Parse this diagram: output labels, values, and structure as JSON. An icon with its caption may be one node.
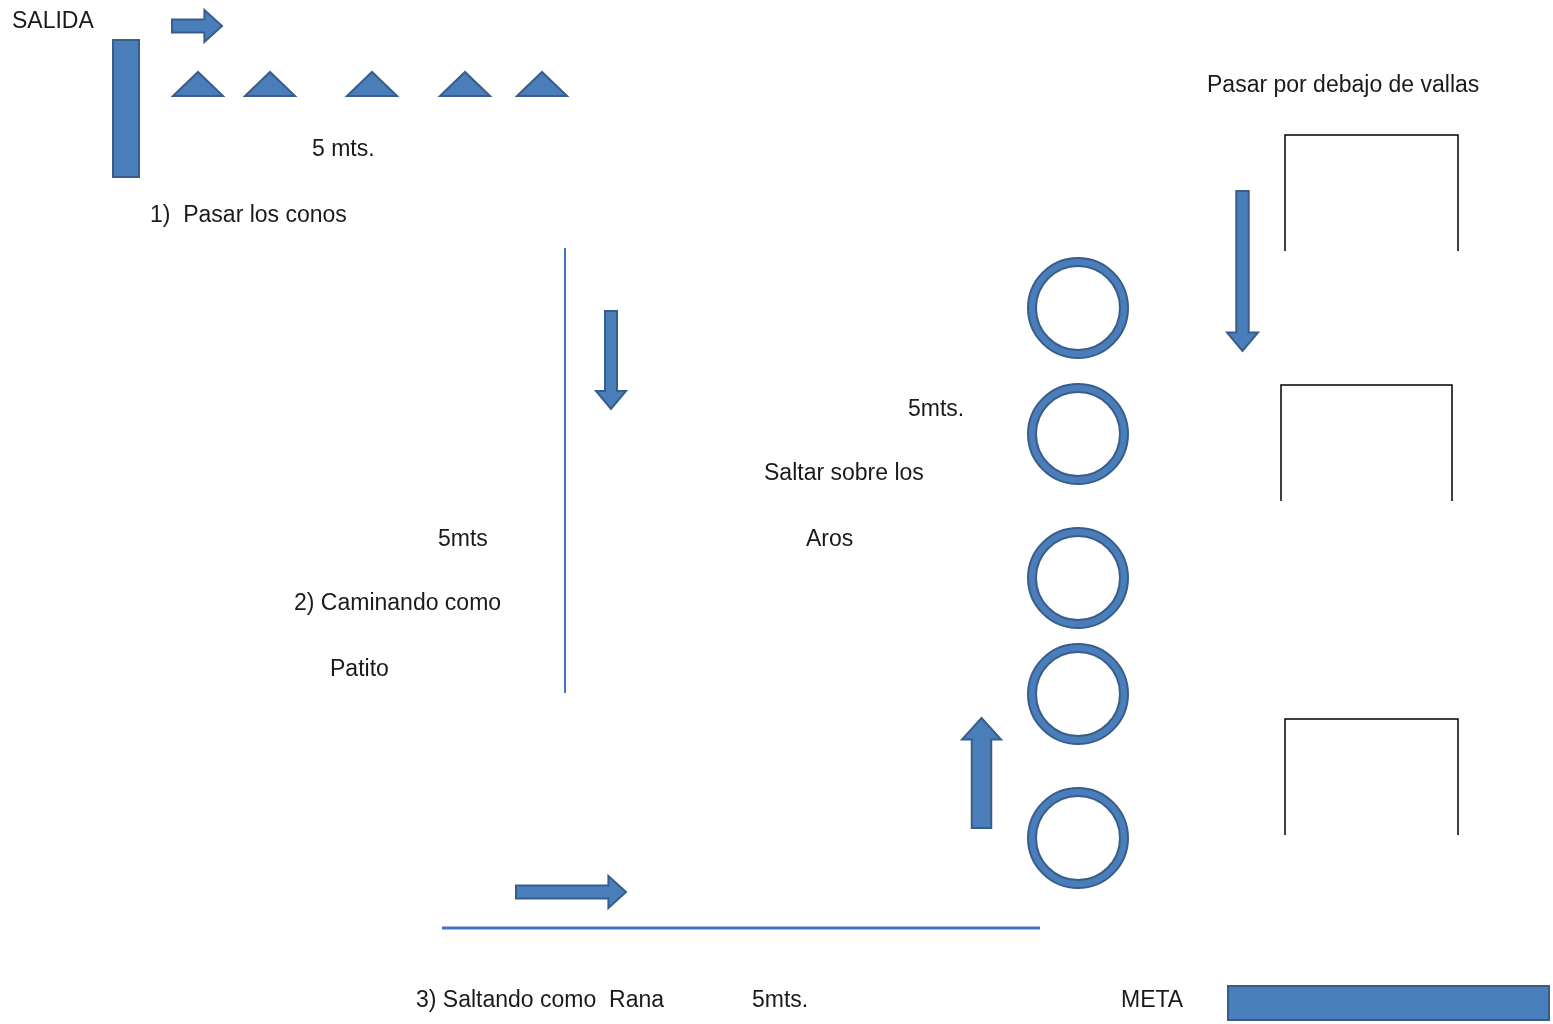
{
  "diagram": {
    "nodes": [
      {
        "text": [],
        "shape": "bar",
        "beside": [
          "SALIDA"
        ]
      },
      {
        "text": [],
        "shape": "bar",
        "beside": [
          "META"
        ]
      }
    ],
    "labels": [
      "Pasar por debajo de vallas",
      "5 mts.",
      "1)  Pasar los conos",
      "5mts.",
      "Saltar sobre los",
      "5mts",
      "Aros",
      "2) Caminando como",
      "Patito",
      "3) Saltando como  Rana",
      "5mts."
    ]
  }
}
